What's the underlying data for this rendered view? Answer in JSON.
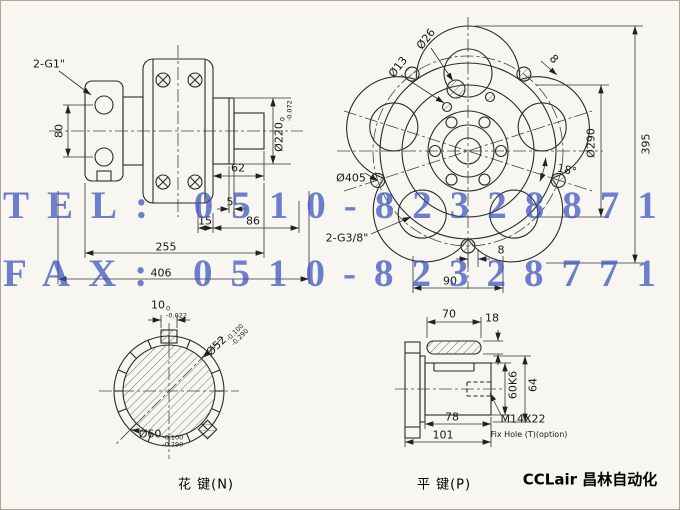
{
  "watermark": {
    "tel": "TEL: 0510-82328871",
    "fax": "FAX: 0510-82328771",
    "color": "#3850BE"
  },
  "side_view": {
    "port_label": "2-G1\"",
    "d80": "80",
    "dia220": "Ø220",
    "dia220_tol_hi": "0",
    "dia220_tol_lo": "-0.072",
    "d62": "62",
    "d5": "5",
    "d15": "15",
    "d86": "86",
    "d255": "255",
    "d406": "406"
  },
  "front_view": {
    "dia26": "Ø26",
    "dia13": "Ø13",
    "d8_top": "8",
    "dia405": "Ø405",
    "dia290": "Ø290",
    "d395": "395",
    "ang18": "18°",
    "port_label": "2-G3/8\"",
    "d8_bottom": "8",
    "d90": "90"
  },
  "spline_view": {
    "label": "花 键(N)",
    "d10": "10",
    "d10_tol_hi": "0",
    "d10_tol_lo": "-0.022",
    "dia52": "Ø52",
    "dia52_tol_hi": "-0.100",
    "dia52_tol_lo": "-0.290",
    "dia60": "Ø60",
    "dia60_tol_hi": "-0.100",
    "dia60_tol_lo": "-0.290"
  },
  "key_view": {
    "label": "平 键(P)",
    "d70": "70",
    "d18": "18",
    "d60k6": "60K6",
    "d64": "64",
    "d78": "78",
    "d101": "101",
    "thread": "M14X22",
    "fix_hole_note": "Fix Hole (T)(option)"
  },
  "brand": "CCLair 昌林自动化"
}
